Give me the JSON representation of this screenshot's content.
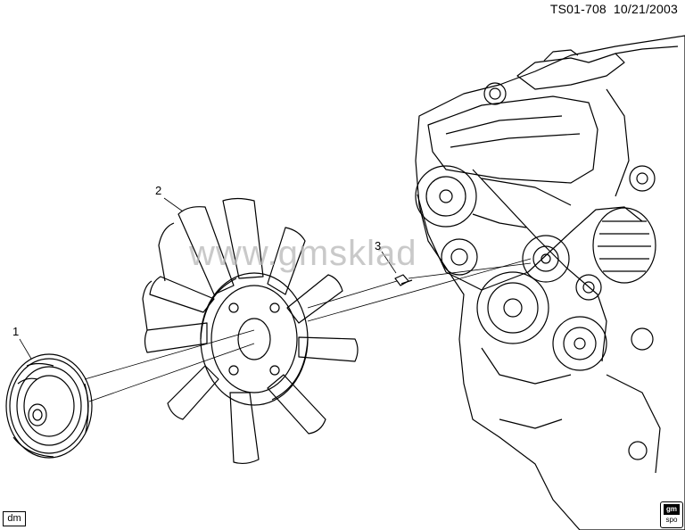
{
  "header": {
    "code": "TS01-708",
    "date": "10/21/2003"
  },
  "callouts": [
    {
      "id": "1"
    },
    {
      "id": "2"
    },
    {
      "id": "3"
    }
  ],
  "watermark": "www.gmsklad",
  "footer": {
    "dm": "dm"
  },
  "logo": {
    "top": "gm",
    "bottom": "spo"
  }
}
